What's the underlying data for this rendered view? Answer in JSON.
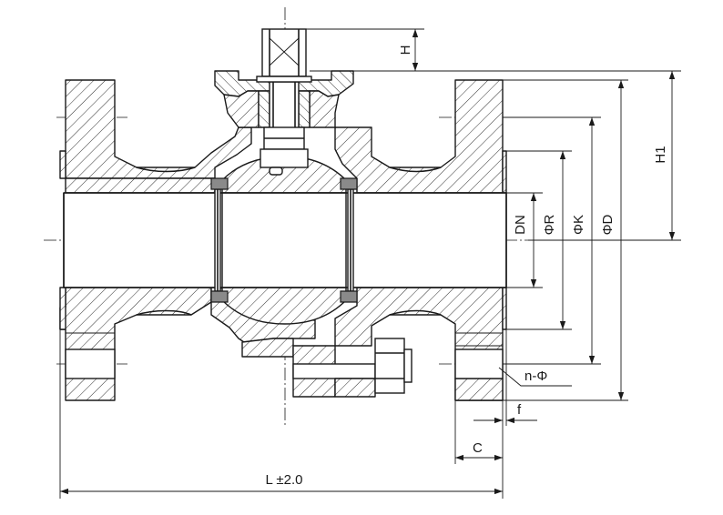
{
  "labels": {
    "stem_height": "H",
    "center_height": "H1",
    "nominal_diameter": "DN",
    "raised_face_diameter": "ΦR",
    "bolt_circle_diameter": "ΦK",
    "flange_outer_diameter": "ΦD",
    "bolt_holes": "n-Φ",
    "raised_face_height": "f",
    "flange_thickness": "C",
    "face_to_face_length": "L ±2.0"
  },
  "colors": {
    "line": "#1a1a1a",
    "seat_fill": "#8a8a8a",
    "background": "#ffffff"
  }
}
